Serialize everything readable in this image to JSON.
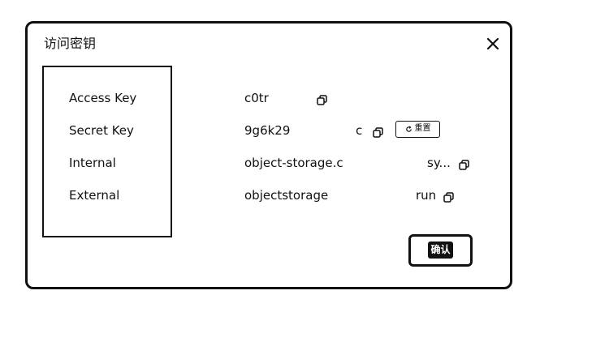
{
  "dialog": {
    "title": "访问密钥",
    "close_icon": "close-icon"
  },
  "keys": [
    {
      "label": "Access Key",
      "value": "c0tr"
    },
    {
      "label": "Secret Key",
      "value": "9g6k29",
      "value_tail": "c"
    },
    {
      "label": "Internal",
      "value": "object-storage.c",
      "value_tail": "sy..."
    },
    {
      "label": "External",
      "value": "objectstorage",
      "value_tail": "run"
    }
  ],
  "actions": {
    "reset_label": "重置",
    "reset_icon": "refresh-icon",
    "copy_icon": "copy-icon",
    "confirm_label": "确认"
  },
  "colors": {
    "border": "#111111",
    "background": "#ffffff",
    "text": "#111111"
  }
}
